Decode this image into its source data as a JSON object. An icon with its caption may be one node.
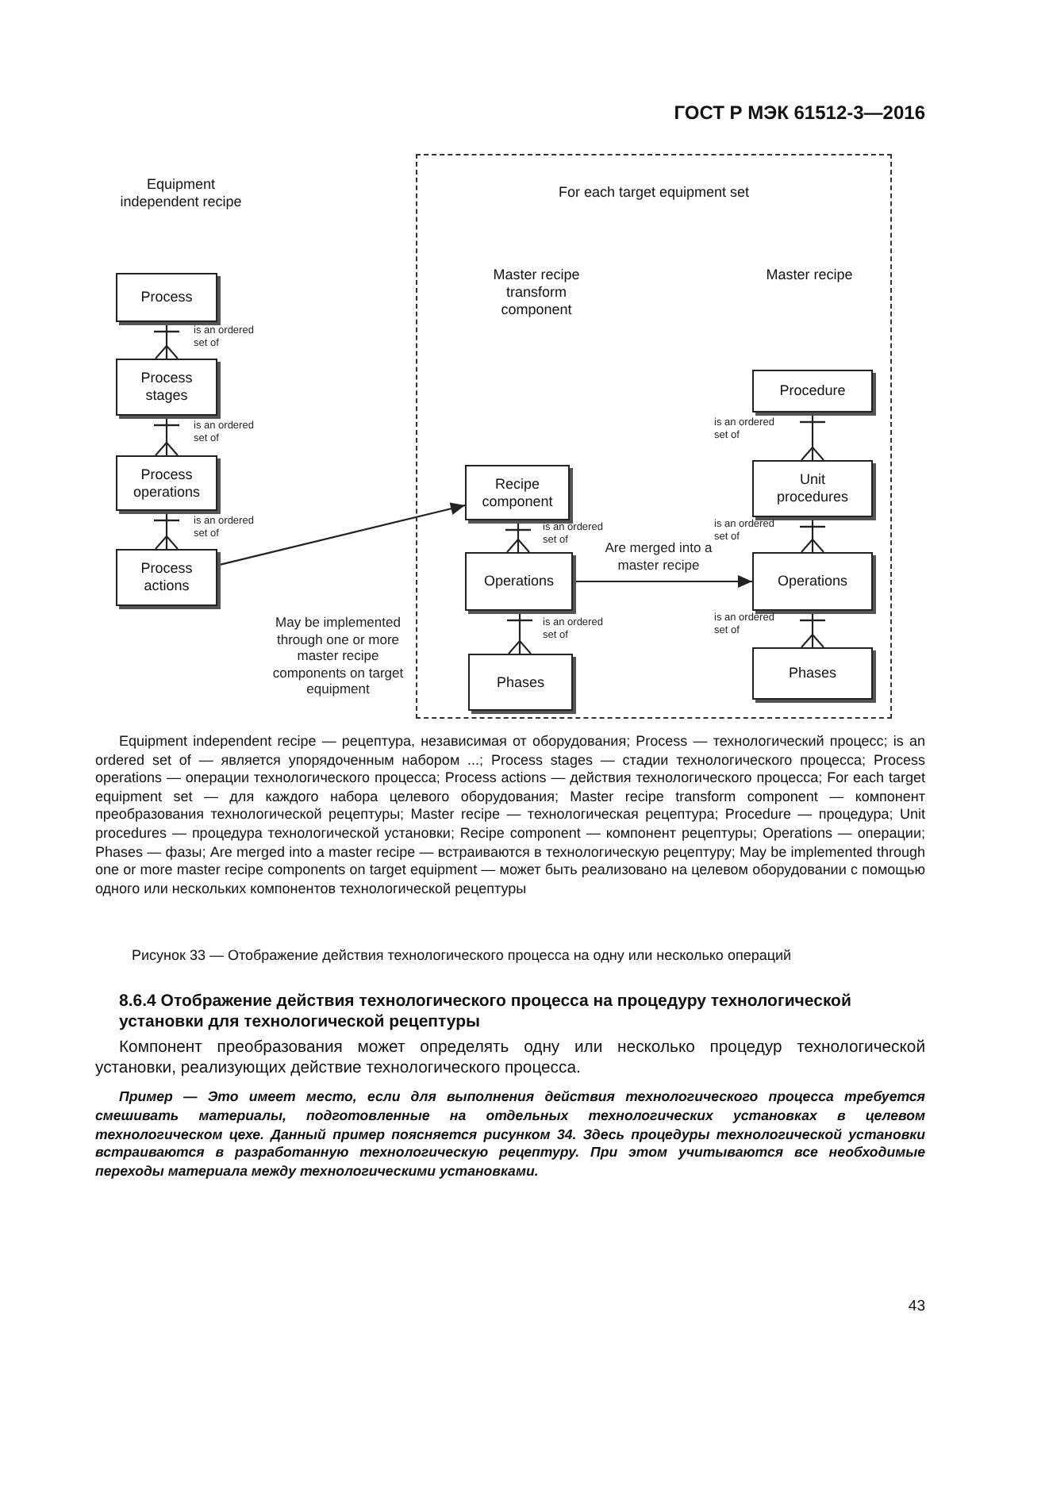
{
  "diagram": {
    "caption": "Рисунок 33 — Отображение действия технологического процесса на одну или несколько операций",
    "nodes": [
      {
        "text": [
          "For each target equipment set"
        ]
      },
      {
        "text": [
          "Process"
        ]
      },
      {
        "text": [
          "Process stages"
        ]
      },
      {
        "text": [
          "Process operations"
        ]
      },
      {
        "text": [
          "Process actions"
        ]
      },
      {
        "text": [
          "Recipe component"
        ],
        "in": 0
      },
      {
        "text": [
          "Operations"
        ],
        "in": 0
      },
      {
        "text": [
          "Phases"
        ],
        "in": 0
      },
      {
        "text": [
          "Procedure"
        ],
        "in": 0
      },
      {
        "text": [
          "Unit procedures"
        ],
        "in": 0
      },
      {
        "text": [
          "Operations"
        ],
        "in": 0
      },
      {
        "text": [
          "Phases"
        ],
        "in": 0
      }
    ],
    "edges": [
      {
        "from": 1,
        "to": 2,
        "arrow": "other",
        "label": "is an ordered set of"
      },
      {
        "from": 2,
        "to": 3,
        "arrow": "other",
        "label": "is an ordered set of"
      },
      {
        "from": 3,
        "to": 4,
        "arrow": "other",
        "label": "is an ordered set of"
      },
      {
        "from": 4,
        "to": 5,
        "arrow": "to",
        "label": "May be implemented through one or more master recipe components on target equipment"
      },
      {
        "from": 5,
        "to": 6,
        "arrow": "other",
        "label": "is an ordered set of"
      },
      {
        "from": 6,
        "to": 7,
        "arrow": "other",
        "label": "is an ordered set of"
      },
      {
        "from": 6,
        "to": 10,
        "arrow": "to",
        "label": "Are merged into a master recipe"
      },
      {
        "from": 8,
        "to": 9,
        "arrow": "other",
        "label": "is an ordered set of"
      },
      {
        "from": 9,
        "to": 10,
        "arrow": "other",
        "label": "is an ordered set of"
      },
      {
        "from": 10,
        "to": 11,
        "arrow": "other",
        "label": "is an ordered set of"
      }
    ],
    "labels": [
      "ГОСТ Р МЭК 61512-3—2016",
      "Equipment independent recipe",
      "Master recipe transform component",
      "Master recipe",
      "Equipment independent recipe — рецептура, независимая от оборудования; Process — технологический процесс; is an ordered set of — является упорядоченным набором ...; Process stages — стадии технологического процесса; Process operations — операции технологического процесса; Process actions — действия технологического процесса; For each target equipment set — для каждого набора целевого оборудования; Master recipe transform component — компонент преобразования технологической рецептуры; Master recipe — технологическая рецептура; Procedure — процедура; Unit procedures — процедура технологической установки; Recipe component — компонент рецептуры; Operations — операции; Phases — фазы; Are merged into a master recipe — встраиваются в технологическую рецептуру; May be implemented through one or more master recipe components on target equipment — может быть реализовано на целевом оборудовании с помощью одного или нескольких компонентов технологической рецептуры",
      "8.6.4 Отображение действия технологического процесса на процедуру технологической установки для технологической рецептуры",
      "Компонент преобразования может определять одну или несколько процедур технологической установки, реализующих действие технологического процесса.",
      "Пример — Это имеет место, если для выполнения действия технологического процесса требуется смешивать материалы, подготовленные на отдельных технологических установках в целевом технологическом цехе. Данный пример поясняется рисунком 34. Здесь процедуры технологической установки встраиваются в разработанную технологическую рецептуру. При этом учитываются все необходимые переходы материала между технологическими установками.",
      "43"
    ]
  }
}
